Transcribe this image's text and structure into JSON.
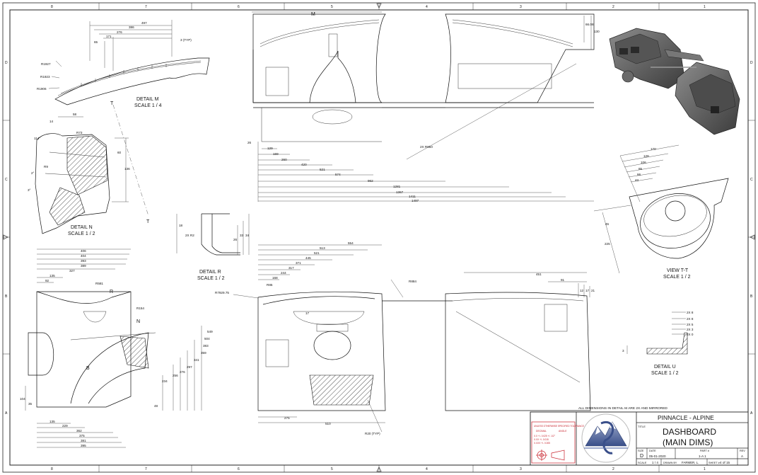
{
  "zones": {
    "top": [
      "8",
      "7",
      "6",
      "5",
      "4",
      "3",
      "2",
      "1"
    ],
    "bottom": [
      "8",
      "7",
      "6",
      "5",
      "4",
      "3",
      "2",
      "1"
    ],
    "left": [
      "D",
      "C",
      "B",
      "A"
    ],
    "right": [
      "D",
      "C",
      "B",
      "A"
    ]
  },
  "views": {
    "detail_m": {
      "title": "DETAIL  M",
      "scale": "SCALE 1 / 4",
      "dims": [
        "497",
        "386",
        "276",
        "171",
        "65",
        "3 (TYP)",
        "R1927",
        "R1923",
        "R1906"
      ]
    },
    "detail_n": {
      "title": "DETAIL  N",
      "scale": "SCALE 1 / 2",
      "dims": [
        "58",
        "14",
        "114°",
        "R73",
        "R9",
        "2°",
        "3°",
        "60",
        "136"
      ],
      "section": "T"
    },
    "detail_r": {
      "title": "DETAIL  R",
      "scale": "SCALE 1 / 2",
      "dims": [
        "18",
        "2X R2",
        "26",
        "33",
        "34"
      ]
    },
    "view_tt": {
      "title": "VIEW  T-T",
      "scale": "SCALE 1 / 2",
      "dims": [
        "170",
        "128",
        "106",
        "85",
        "66",
        "43",
        "45",
        "225"
      ]
    },
    "detail_u": {
      "title": "DETAIL  U",
      "scale": "SCALE 1 / 2",
      "dims": [
        "2X 8",
        "2X 8",
        "2X 5",
        "2X 3",
        "2X 0",
        "3"
      ]
    },
    "top_view": {
      "dims": [
        "M",
        "66.08",
        "130",
        "2X R850",
        "26",
        "129",
        "169",
        "260",
        "420",
        "521",
        "574",
        "962",
        "1281",
        "1367",
        "1411",
        "1497"
      ]
    },
    "side_view": {
      "dims": [
        "406",
        "404",
        "393",
        "389",
        "327",
        "135",
        "92",
        "R581",
        "R154",
        "N",
        "R",
        "B",
        "104",
        "35",
        "234",
        "256",
        "276",
        "297",
        "341",
        "359",
        "383",
        "504",
        "549",
        "48",
        "135",
        "229",
        "362",
        "375",
        "381",
        "395"
      ]
    },
    "front_view": {
      "dims": [
        "554",
        "513",
        "521",
        "445",
        "371",
        "317",
        "244",
        "168",
        "R85",
        "R884",
        "R7929.75",
        "17",
        "275",
        "510",
        "R20 (TYP)"
      ]
    },
    "rear_view": {
      "dims": [
        "451",
        "91",
        "12",
        "17",
        "21"
      ]
    }
  },
  "note": "ALL DIMENSIONS IN DETAIL M ARE 2X AND MIRRORED",
  "tolerance": {
    "heading": "UNLESS OTHERWISE SPECIFIED TOLERANCE",
    "col1": "DECIMAL",
    "col2": "ANGLE",
    "rows": [
      "X.X   +/- 0.025     +/- 1/2°",
      "X.XX  +/- 0.015",
      "X.XXX +/- 0.005"
    ]
  },
  "title_block": {
    "project": "PINNACLE - ALPINE",
    "title_label": "TITLE",
    "title_line1": "DASHBOARD",
    "title_line2": "(MAIN DIMS)",
    "size_label": "SIZE",
    "size": "D",
    "date_label": "DATE",
    "date": "05-01-2020",
    "part_label": "PART #",
    "part": "1-A 1",
    "rev_label": "REV",
    "rev": "A",
    "scale_label": "SCALE",
    "scale": "1 / 4",
    "drawn_label": "DRAWN BY",
    "drawn": "FARMER, L.",
    "sheet_label": "SHEET #",
    "sheet": "4 of 15"
  },
  "colors": {
    "ink": "#111111",
    "tolerance_red": "#c8202a",
    "logo_blue": "#3a4f8a"
  }
}
